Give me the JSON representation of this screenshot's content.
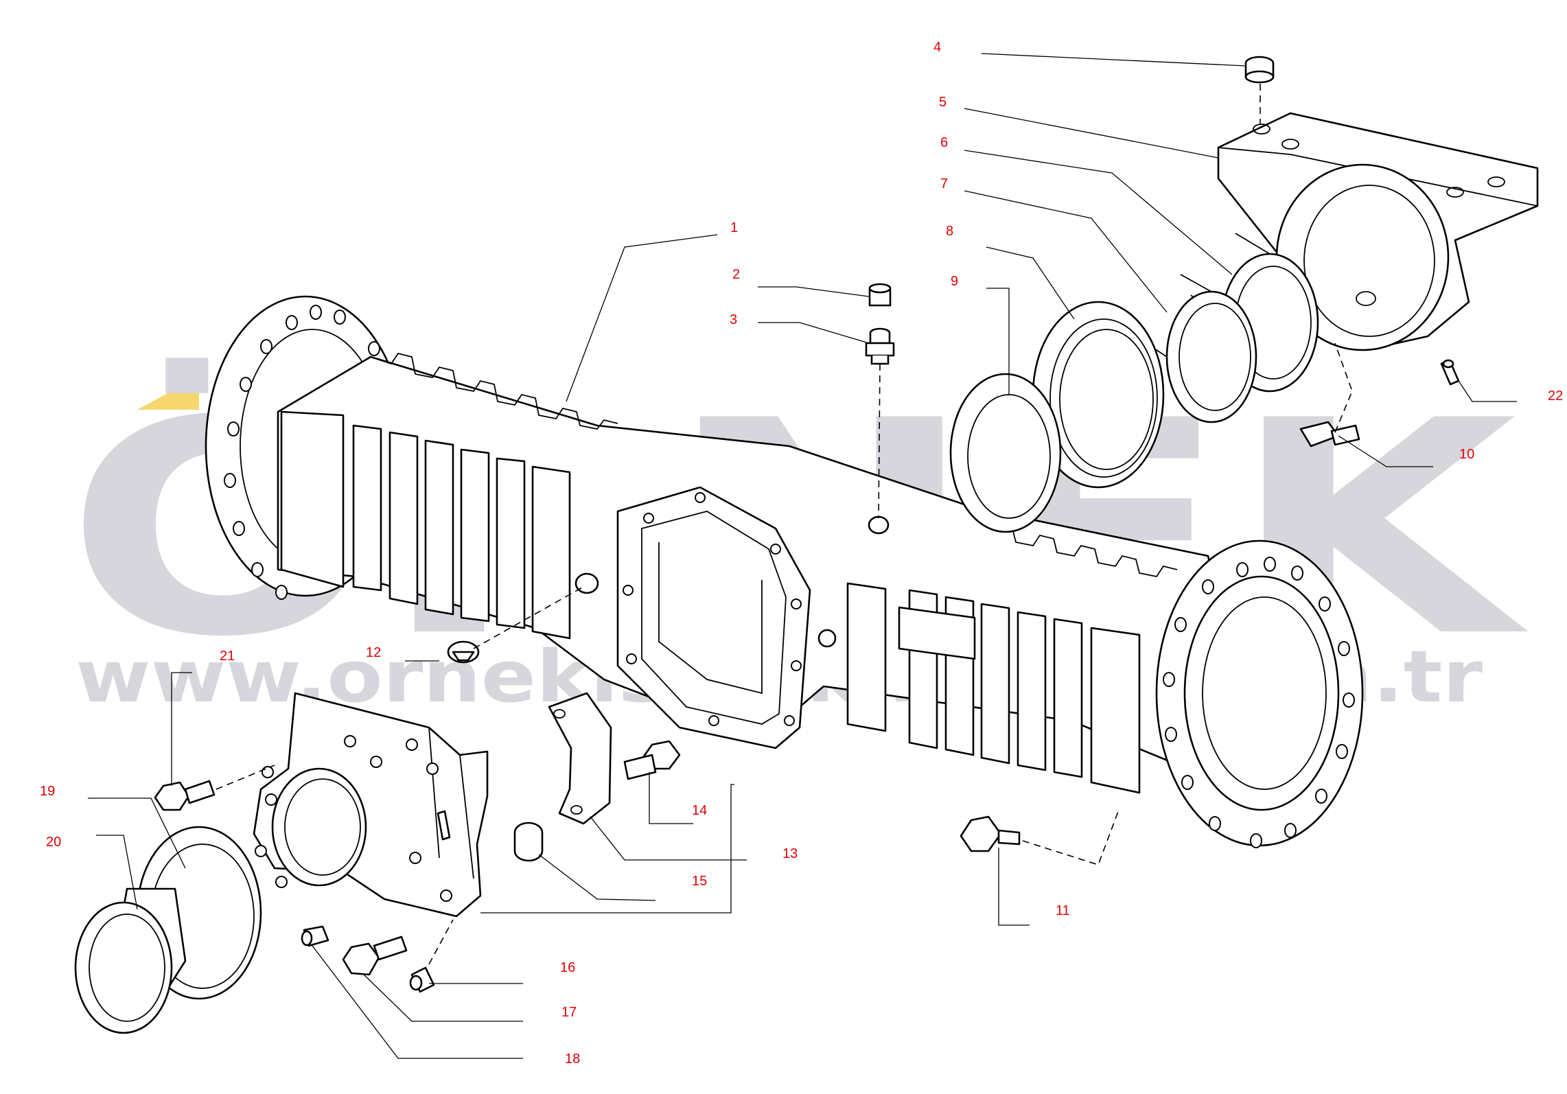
{
  "watermark": {
    "brand": "ÖRNEK",
    "url": "www.ornekismakinalari.com.tr",
    "color": "#d7d6dd",
    "accent_color": "#f5d76e"
  },
  "callout_color": "#e00000",
  "callouts": [
    {
      "id": "1",
      "part": "axle-housing"
    },
    {
      "id": "2",
      "part": "breather-cap"
    },
    {
      "id": "3",
      "part": "breather-valve"
    },
    {
      "id": "4",
      "part": "pivot-plug"
    },
    {
      "id": "5",
      "part": "pivot-support-bracket"
    },
    {
      "id": "6",
      "part": "pivot-bushing"
    },
    {
      "id": "7",
      "part": "pivot-bushing-inner"
    },
    {
      "id": "8",
      "part": "pivot-seal-ring"
    },
    {
      "id": "9",
      "part": "thrust-washer"
    },
    {
      "id": "10",
      "part": "bracket-screw"
    },
    {
      "id": "11",
      "part": "housing-screw"
    },
    {
      "id": "12",
      "part": "drain-plug"
    },
    {
      "id": "13",
      "part": "pivot-support-rear"
    },
    {
      "id": "14",
      "part": "cap-screw"
    },
    {
      "id": "15",
      "part": "bushing"
    },
    {
      "id": "16",
      "part": "dowel-pin"
    },
    {
      "id": "17",
      "part": "flange-screw"
    },
    {
      "id": "18",
      "part": "plug"
    },
    {
      "id": "19",
      "part": "thrust-ring"
    },
    {
      "id": "20",
      "part": "rear-bushing"
    },
    {
      "id": "21",
      "part": "support-screw"
    },
    {
      "id": "22",
      "part": "grease-nipple"
    }
  ]
}
